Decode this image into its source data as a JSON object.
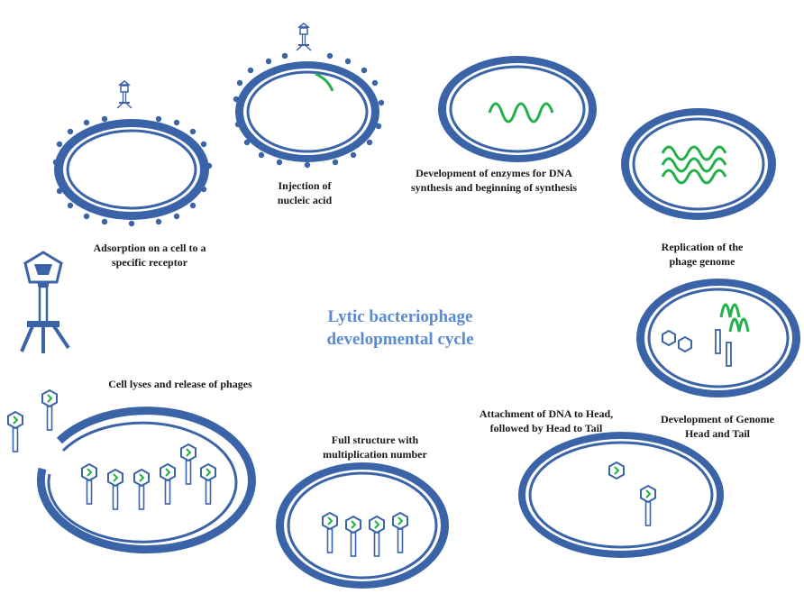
{
  "title": {
    "line1": "Lytic bacteriophage",
    "line2": "developmental cycle"
  },
  "stages": [
    {
      "id": "adsorption",
      "lines": [
        "Adsorption on a cell to a",
        "specific receptor"
      ]
    },
    {
      "id": "injection",
      "lines": [
        "Injection of",
        "nucleic acid"
      ]
    },
    {
      "id": "enzymes",
      "lines": [
        "Development of enzymes for DNA",
        "synthesis and beginning of synthesis"
      ]
    },
    {
      "id": "replication",
      "lines": [
        "Replication of the",
        "phage genome"
      ]
    },
    {
      "id": "genome-head-tail",
      "lines": [
        "Development of Genome",
        "Head and Tail"
      ]
    },
    {
      "id": "attachment",
      "lines": [
        "Attachment of DNA to Head,",
        "followed by Head to Tail"
      ]
    },
    {
      "id": "full-structure",
      "lines": [
        "Full structure with",
        "multiplication number"
      ]
    },
    {
      "id": "lysis",
      "lines": [
        "Cell lyses and release of phages"
      ]
    }
  ],
  "colors": {
    "membrane": "#3b64a8",
    "cell_fill": "#ffffff",
    "dna": "#22b04a",
    "title": "#5a8ad0",
    "text": "#1a1a1a"
  }
}
